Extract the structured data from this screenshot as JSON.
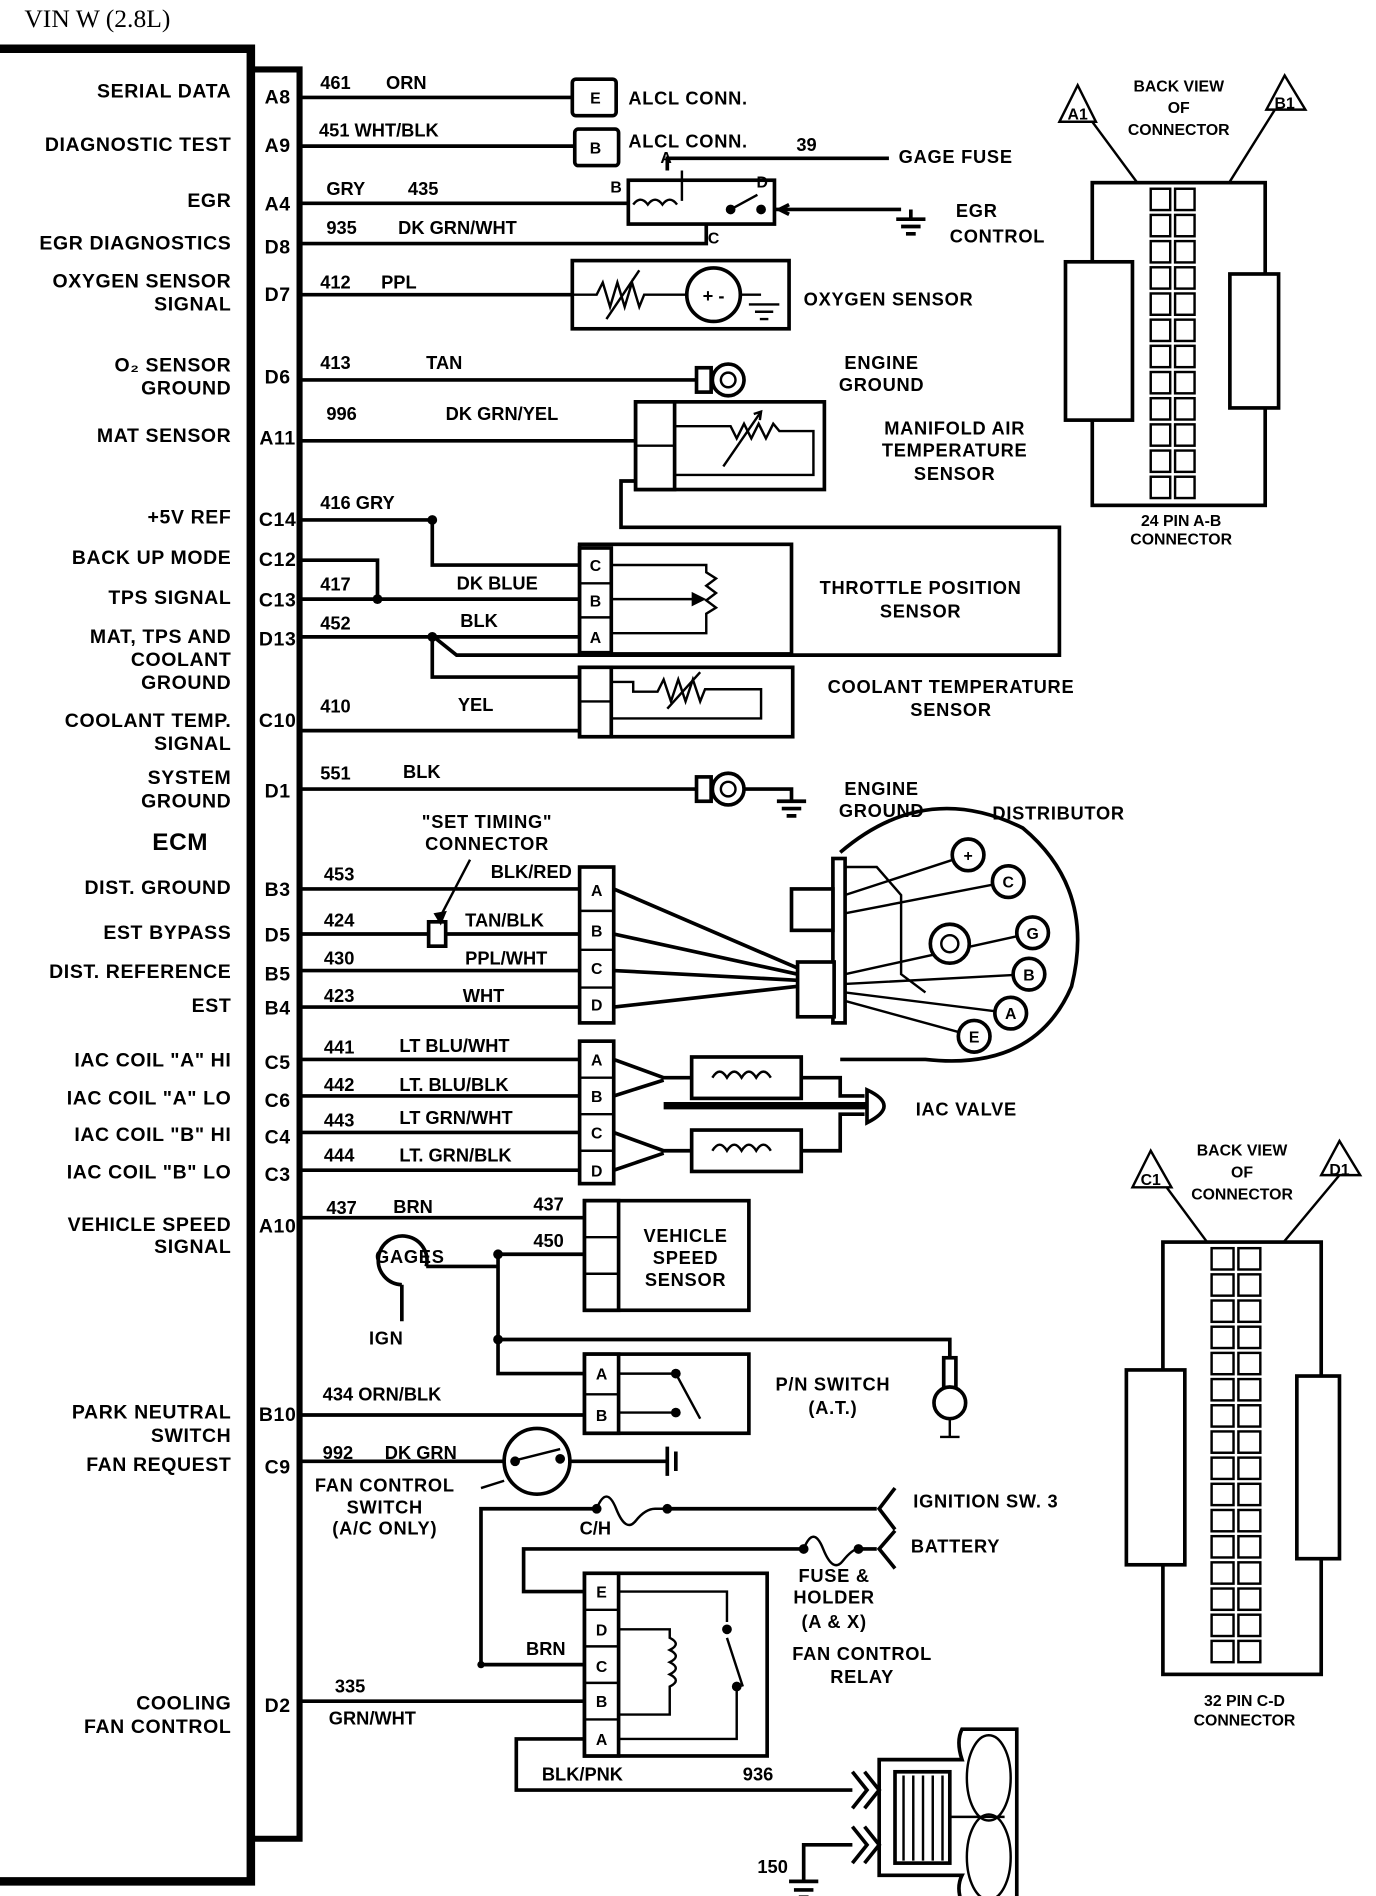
{
  "title": "VIN W (2.8L)",
  "ecm": {
    "label": "ECM",
    "pins": [
      {
        "code": "A8",
        "label": [
          "SERIAL DATA"
        ]
      },
      {
        "code": "A9",
        "label": [
          "DIAGNOSTIC TEST"
        ]
      },
      {
        "code": "A4",
        "label": [
          "EGR"
        ]
      },
      {
        "code": "D8",
        "label": [
          "EGR DIAGNOSTICS"
        ]
      },
      {
        "code": "D7",
        "label": [
          "OXYGEN SENSOR",
          "SIGNAL"
        ]
      },
      {
        "code": "D6",
        "label": [
          "O₂ SENSOR",
          "GROUND"
        ]
      },
      {
        "code": "A11",
        "label": [
          "MAT SENSOR"
        ]
      },
      {
        "code": "C14",
        "label": [
          "+5V REF"
        ]
      },
      {
        "code": "C12",
        "label": [
          "BACK UP MODE"
        ]
      },
      {
        "code": "C13",
        "label": [
          "TPS SIGNAL"
        ]
      },
      {
        "code": "D13",
        "label": [
          "MAT, TPS AND",
          "COOLANT",
          "GROUND"
        ]
      },
      {
        "code": "C10",
        "label": [
          "COOLANT TEMP.",
          "SIGNAL"
        ]
      },
      {
        "code": "D1",
        "label": [
          "SYSTEM",
          "GROUND"
        ]
      },
      {
        "code": "B3",
        "label": [
          "DIST. GROUND"
        ]
      },
      {
        "code": "D5",
        "label": [
          "EST BYPASS"
        ]
      },
      {
        "code": "B5",
        "label": [
          "DIST. REFERENCE"
        ]
      },
      {
        "code": "B4",
        "label": [
          "EST"
        ]
      },
      {
        "code": "C5",
        "label": [
          "IAC COIL \"A\" HI"
        ]
      },
      {
        "code": "C6",
        "label": [
          "IAC COIL \"A\" LO"
        ]
      },
      {
        "code": "C4",
        "label": [
          "IAC COIL \"B\" HI"
        ]
      },
      {
        "code": "C3",
        "label": [
          "IAC COIL \"B\" LO"
        ]
      },
      {
        "code": "A10",
        "label": [
          "VEHICLE SPEED",
          "SIGNAL"
        ]
      },
      {
        "code": "B10",
        "label": [
          "PARK NEUTRAL",
          "SWITCH"
        ]
      },
      {
        "code": "C9",
        "label": [
          "FAN REQUEST"
        ]
      },
      {
        "code": "D2",
        "label": [
          "COOLING",
          "FAN CONTROL"
        ]
      }
    ]
  },
  "wire_labels": [
    "461",
    "ORN",
    "451 WHT/BLK",
    "GRY",
    "435",
    "935",
    "DK GRN/WHT",
    "412",
    "PPL",
    "413",
    "TAN",
    "996",
    "DK GRN/YEL",
    "416 GRY",
    "417",
    "DK BLUE",
    "452",
    "BLK",
    "410",
    "YEL",
    "551",
    "BLK",
    "453",
    "BLK/RED",
    "424",
    "TAN/BLK",
    "430",
    "PPL/WHT",
    "423",
    "WHT",
    "441",
    "LT BLU/WHT",
    "442",
    "LT. BLU/BLK",
    "443",
    "LT GRN/WHT",
    "444",
    "LT. GRN/BLK",
    "437",
    "BRN",
    "437",
    "450",
    "434 ORN/BLK",
    "992",
    "DK GRN",
    "335",
    "GRN/WHT",
    "BRN",
    "BLK/PNK",
    "936",
    "150",
    "39",
    "C/H"
  ],
  "component_labels": [
    "ALCL CONN.",
    "ALCL CONN.",
    "GAGE FUSE",
    "EGR",
    "CONTROL",
    "OXYGEN SENSOR",
    "ENGINE",
    "GROUND",
    "MANIFOLD AIR",
    "TEMPERATURE",
    "SENSOR",
    "THROTTLE POSITION",
    "SENSOR",
    "COOLANT TEMPERATURE",
    "SENSOR",
    "ENGINE",
    "GROUND",
    "DISTRIBUTOR",
    "\"SET TIMING\"",
    "CONNECTOR",
    "IAC VALVE",
    "VEHICLE",
    "SPEED",
    "SENSOR",
    "GAGES",
    "IGN",
    "P/N SWITCH",
    "(A.T.)",
    "FAN CONTROL",
    "SWITCH",
    "(A/C ONLY)",
    "IGNITION SW. 3",
    "BATTERY",
    "FUSE &",
    "HOLDER",
    "(A & X)",
    "FAN CONTROL",
    "RELAY",
    "BACK VIEW",
    "OF",
    "CONNECTOR",
    "A1",
    "B1",
    "24 PIN A-B",
    "CONNECTOR",
    "BACK VIEW",
    "OF",
    "CONNECTOR",
    "C1",
    "D1",
    "32 PIN C-D",
    "CONNECTOR"
  ],
  "pin_letters": [
    "E",
    "B",
    "A",
    "B",
    "C",
    "D",
    "C",
    "B",
    "A",
    "A",
    "B",
    "C",
    "D",
    "A",
    "B",
    "C",
    "D",
    "A",
    "B",
    "E",
    "D",
    "C",
    "B",
    "A",
    "+",
    "C",
    "G",
    "B",
    "A",
    "E"
  ]
}
